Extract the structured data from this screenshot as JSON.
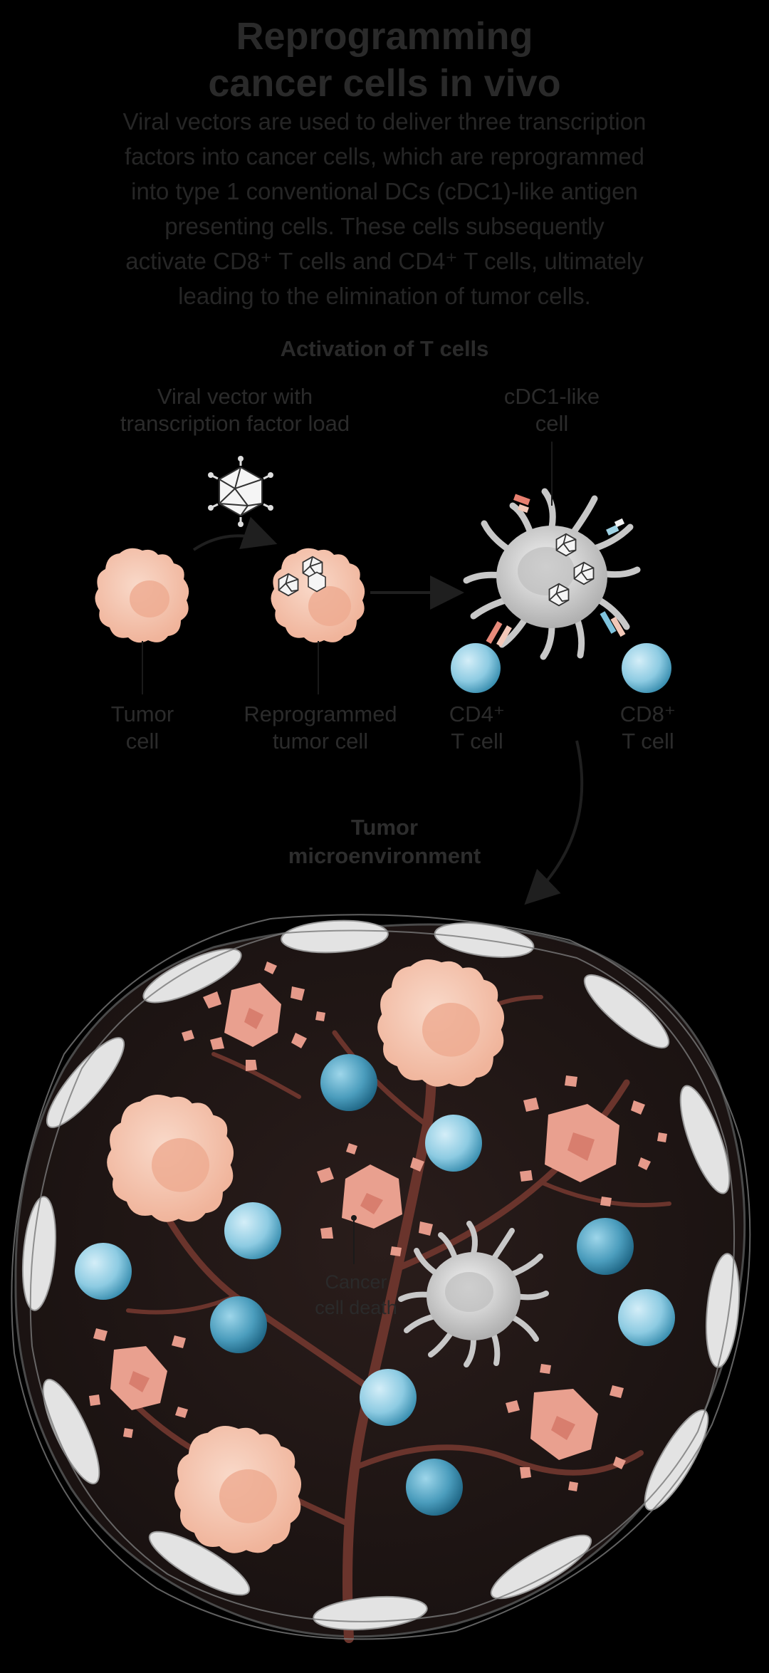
{
  "header": {
    "title_line1": "Reprogramming",
    "title_line2": "cancer cells in vivo",
    "description_lines": [
      "Viral vectors are used to deliver three transcription",
      "factors into cancer cells, which are reprogrammed",
      "into type 1 conventional DCs (cDC1)-like antigen",
      "presenting cells. These cells subsequently",
      "activate CD8⁺ T cells and CD4⁺ T cells, ultimately",
      "leading to the elimination of tumor cells."
    ]
  },
  "section_title": "Activation of T cells",
  "labels": {
    "viral_vector_line1": "Viral vector with",
    "viral_vector_line2": "transcription factor load",
    "cdc1_line1": "cDC1-like",
    "cdc1_line2": "cell",
    "tumor_line1": "Tumor",
    "tumor_line2": "cell",
    "reprogrammed_line1": "Reprogrammed",
    "reprogrammed_line2": "tumor cell",
    "cd4_line1": "CD4⁺",
    "cd4_line2": "T cell",
    "cd8_line1": "CD8⁺",
    "cd8_line2": "T cell",
    "tme_line1": "Tumor",
    "tme_line2": "microenvironment",
    "death_line1": "Cancer",
    "death_line2": "cell death"
  },
  "colors": {
    "background": "#000000",
    "tumor_cell": "#f4c2ac",
    "tumor_cell_nucleus": "#eea88e",
    "t_cell": "#7fc3dd",
    "t_cell_dark": "#2f86a8",
    "dc_cell": "#cfcfcf",
    "tme_background": "#1e1615",
    "vessel": "#6a342c",
    "stroma": "#e3e3e3",
    "dead_cell": "#e59a8a"
  }
}
